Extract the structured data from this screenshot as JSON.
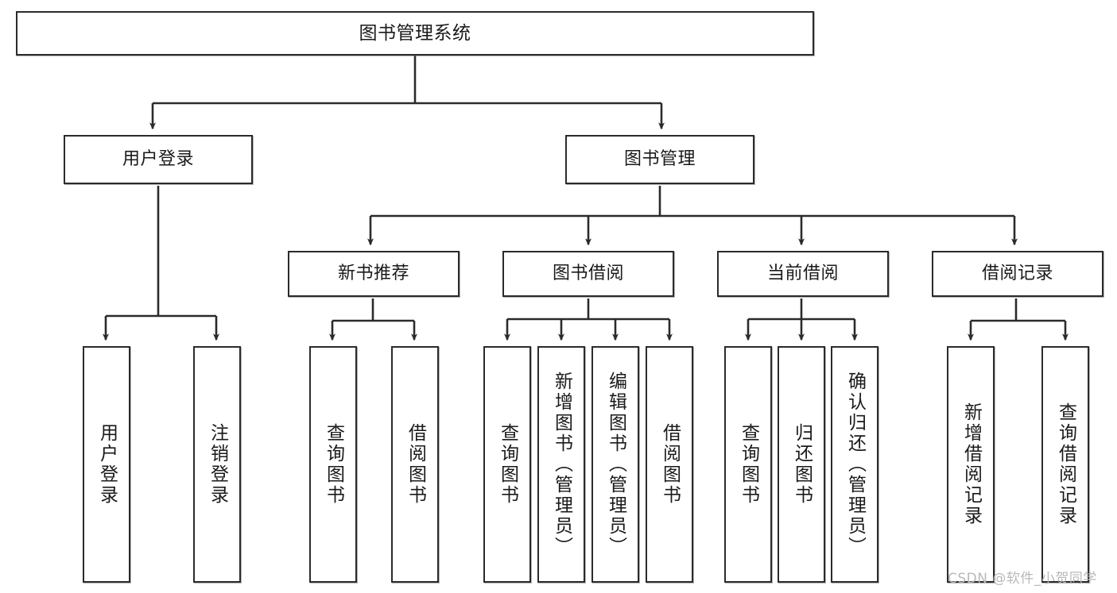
{
  "diagram": {
    "type": "tree-hierarchy",
    "title": "图书管理系统",
    "watermark": "CSDN @软件_小贺同学",
    "colors": {
      "stroke": "#2b2b2b",
      "fill": "#ffffff",
      "text": "#1a1a1a",
      "watermark": "#b9b9b9"
    },
    "levels": {
      "root": [
        "图书管理系统"
      ],
      "level2": [
        "用户登录",
        "图书管理"
      ],
      "level3": [
        "新书推荐",
        "图书借阅",
        "当前借阅",
        "借阅记录"
      ],
      "leaves": [
        "用户登录",
        "注销登录",
        "查询图书",
        "借阅图书",
        "查询图书",
        "新增图书（管理员）",
        "编辑图书（管理员）",
        "借阅图书",
        "查询图书",
        "归还图书",
        "确认归还（管理员）",
        "新增借阅记录",
        "查询借阅记录"
      ]
    },
    "nodes": {
      "root": {
        "label": "图书管理系统"
      },
      "user_login": {
        "label": "用户登录"
      },
      "book_manage": {
        "label": "图书管理"
      },
      "new_book_rec": {
        "label": "新书推荐"
      },
      "book_borrow": {
        "label": "图书借阅"
      },
      "current_borrow": {
        "label": "当前借阅"
      },
      "borrow_record": {
        "label": "借阅记录"
      },
      "leaf_user_login": {
        "label": "用户登录"
      },
      "leaf_logout": {
        "label": "注销登录"
      },
      "leaf_query_book_a": {
        "label": "查询图书"
      },
      "leaf_borrow_book_a": {
        "label": "借阅图书"
      },
      "leaf_query_book_b": {
        "label": "查询图书"
      },
      "leaf_add_book": {
        "label": "新增图书（管理员）"
      },
      "leaf_edit_book": {
        "label": "编辑图书（管理员）"
      },
      "leaf_borrow_book_b": {
        "label": "借阅图书"
      },
      "leaf_query_book_c": {
        "label": "查询图书"
      },
      "leaf_return_book": {
        "label": "归还图书"
      },
      "leaf_confirm_return": {
        "label": "确认归还（管理员）"
      },
      "leaf_add_record": {
        "label": "新增借阅记录"
      },
      "leaf_query_record": {
        "label": "查询借阅记录"
      }
    },
    "edges": [
      {
        "from": "root",
        "to": "user_login"
      },
      {
        "from": "root",
        "to": "book_manage"
      },
      {
        "from": "user_login",
        "to": "leaf_user_login"
      },
      {
        "from": "user_login",
        "to": "leaf_logout"
      },
      {
        "from": "book_manage",
        "to": "new_book_rec"
      },
      {
        "from": "book_manage",
        "to": "book_borrow"
      },
      {
        "from": "book_manage",
        "to": "current_borrow"
      },
      {
        "from": "book_manage",
        "to": "borrow_record"
      },
      {
        "from": "new_book_rec",
        "to": "leaf_query_book_a"
      },
      {
        "from": "new_book_rec",
        "to": "leaf_borrow_book_a"
      },
      {
        "from": "book_borrow",
        "to": "leaf_query_book_b"
      },
      {
        "from": "book_borrow",
        "to": "leaf_add_book"
      },
      {
        "from": "book_borrow",
        "to": "leaf_edit_book"
      },
      {
        "from": "book_borrow",
        "to": "leaf_borrow_book_b"
      },
      {
        "from": "current_borrow",
        "to": "leaf_query_book_c"
      },
      {
        "from": "current_borrow",
        "to": "leaf_return_book"
      },
      {
        "from": "current_borrow",
        "to": "leaf_confirm_return"
      },
      {
        "from": "borrow_record",
        "to": "leaf_add_record"
      },
      {
        "from": "borrow_record",
        "to": "leaf_query_record"
      }
    ]
  }
}
